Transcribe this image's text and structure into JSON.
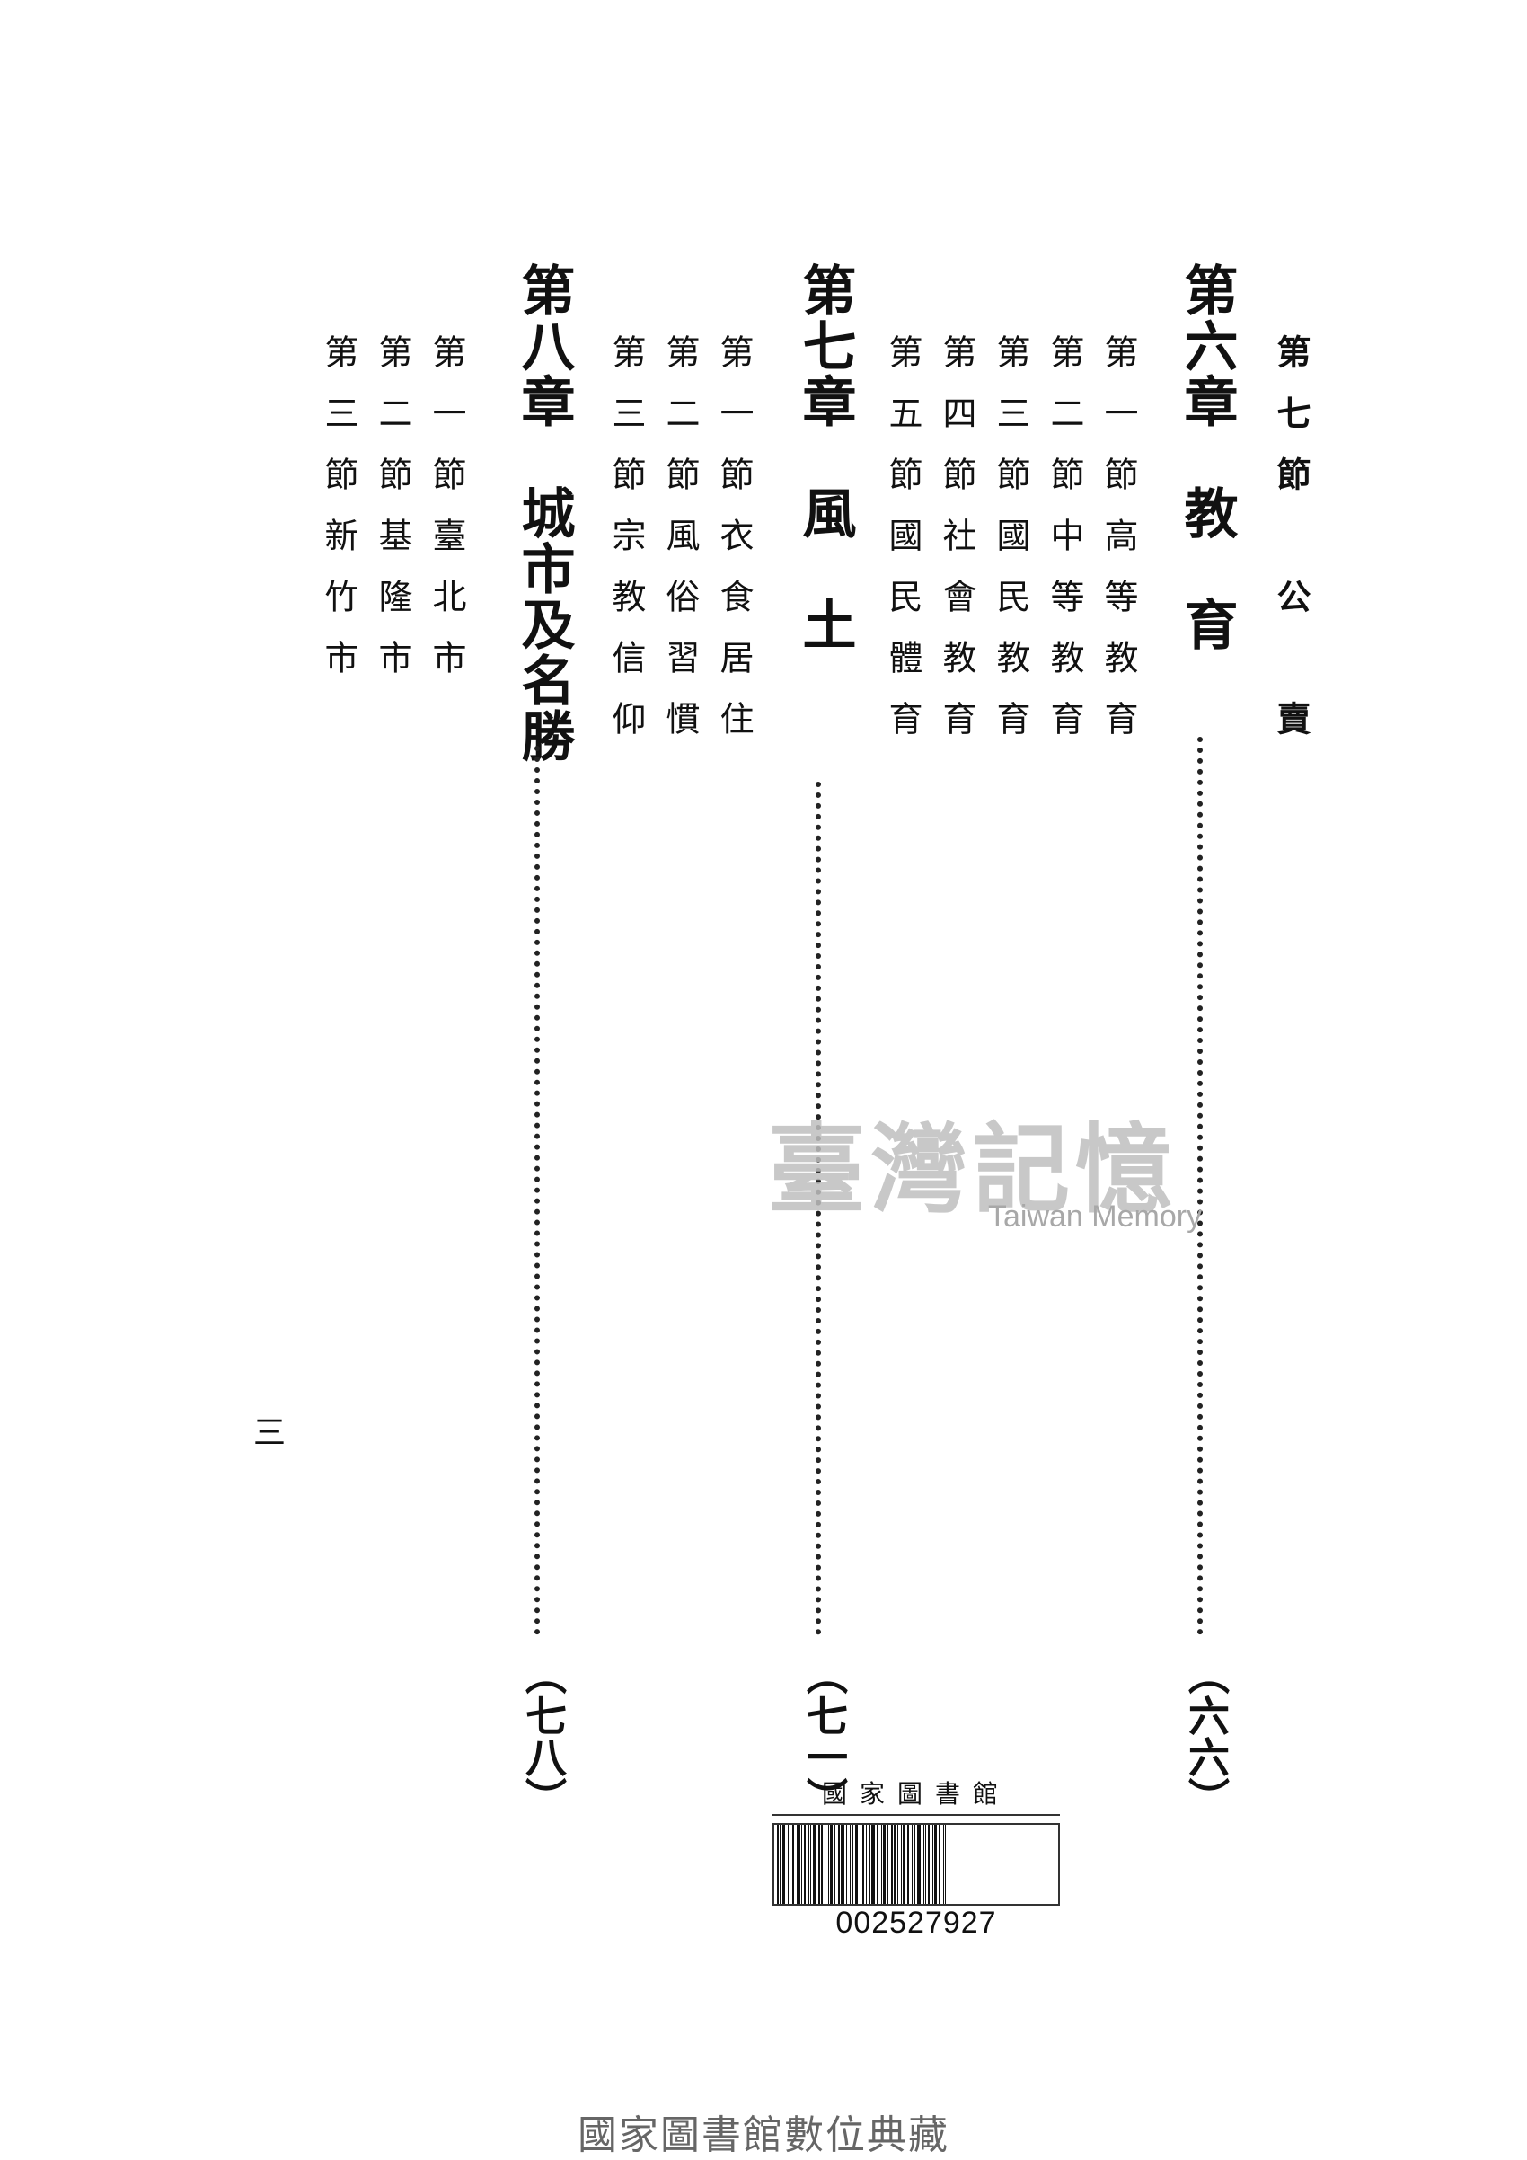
{
  "toc": {
    "ch6_sec7": "第七節　公　賣",
    "ch6_title": "第六章　教　育",
    "ch6_page": "（六六）",
    "ch6_sections": [
      "第一節高等教育",
      "第二節中等教育",
      "第三節國民教育",
      "第四節社會教育",
      "第五節國民體育"
    ],
    "ch7_title": "第七章　風　土",
    "ch7_page": "（七一）",
    "ch7_sections": [
      "第一節衣食居住",
      "第二節風俗習慣",
      "第三節宗教信仰"
    ],
    "ch8_title": "第八章　城市及名勝",
    "ch8_page": "（七八）",
    "ch8_sections": [
      "第一節臺北市",
      "第二節基隆市",
      "第三節新竹市"
    ]
  },
  "page_number": "三",
  "watermark": {
    "cn": "臺灣記憶",
    "en": "Taiwan Memory"
  },
  "barcode": {
    "title": "國家圖書館",
    "number": "002527927"
  },
  "footer": "國家圖書館數位典藏"
}
